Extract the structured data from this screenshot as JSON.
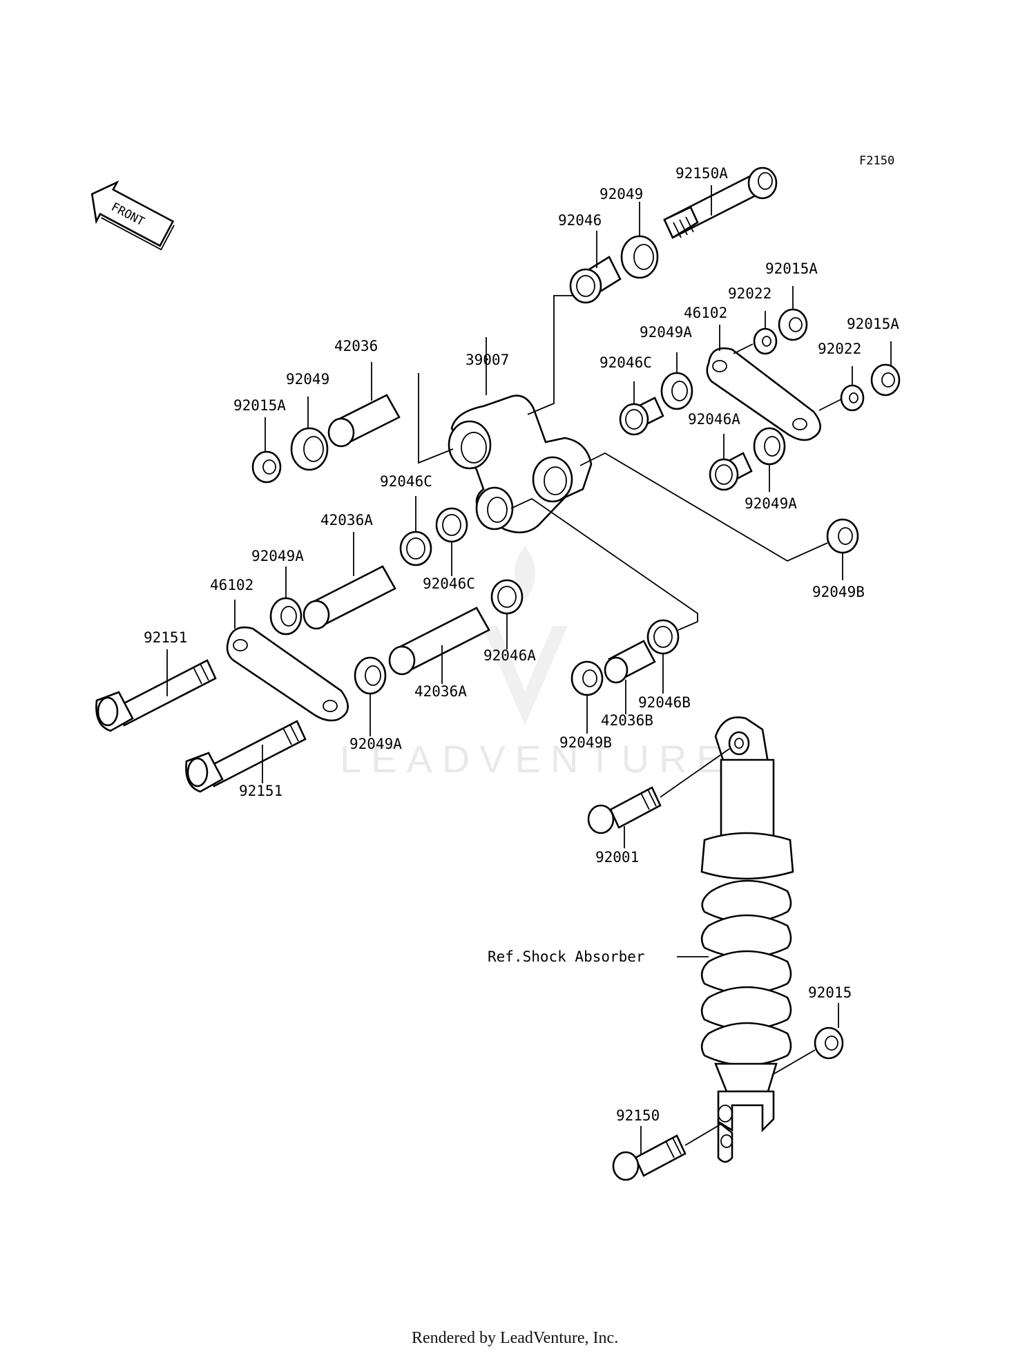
{
  "figure_code": "F2150",
  "front_arrow_text": "FRONT",
  "watermark_text": "LEADVENTURE",
  "footer_text": "Rendered by LeadVenture, Inc.",
  "ref_label": "Ref.Shock Absorber",
  "part_labels": [
    {
      "id": "92150A",
      "text": "92150A"
    },
    {
      "id": "92049-top",
      "text": "92049"
    },
    {
      "id": "92046-top",
      "text": "92046"
    },
    {
      "id": "92015A-r1",
      "text": "92015A"
    },
    {
      "id": "92022-r1",
      "text": "92022"
    },
    {
      "id": "46102-r",
      "text": "46102"
    },
    {
      "id": "92015A-r2",
      "text": "92015A"
    },
    {
      "id": "92049A-r1",
      "text": "92049A"
    },
    {
      "id": "92022-r2",
      "text": "92022"
    },
    {
      "id": "42036",
      "text": "42036"
    },
    {
      "id": "39007",
      "text": "39007"
    },
    {
      "id": "92046C-r",
      "text": "92046C"
    },
    {
      "id": "92049-l",
      "text": "92049"
    },
    {
      "id": "92046A-r",
      "text": "92046A"
    },
    {
      "id": "92015A-l",
      "text": "92015A"
    },
    {
      "id": "92049A-r2",
      "text": "92049A"
    },
    {
      "id": "92046C-m1",
      "text": "92046C"
    },
    {
      "id": "42036A-u",
      "text": "42036A"
    },
    {
      "id": "92049A-l",
      "text": "92049A"
    },
    {
      "id": "92049B-r",
      "text": "92049B"
    },
    {
      "id": "46102-l",
      "text": "46102"
    },
    {
      "id": "92046C-m2",
      "text": "92046C"
    },
    {
      "id": "92151-u",
      "text": "92151"
    },
    {
      "id": "92046A-m",
      "text": "92046A"
    },
    {
      "id": "42036A-l",
      "text": "42036A"
    },
    {
      "id": "92046B",
      "text": "92046B"
    },
    {
      "id": "42036B",
      "text": "42036B"
    },
    {
      "id": "92049A-b",
      "text": "92049A"
    },
    {
      "id": "92049B-b",
      "text": "92049B"
    },
    {
      "id": "92151-l",
      "text": "92151"
    },
    {
      "id": "92001",
      "text": "92001"
    },
    {
      "id": "92015",
      "text": "92015"
    },
    {
      "id": "92150",
      "text": "92150"
    }
  ]
}
